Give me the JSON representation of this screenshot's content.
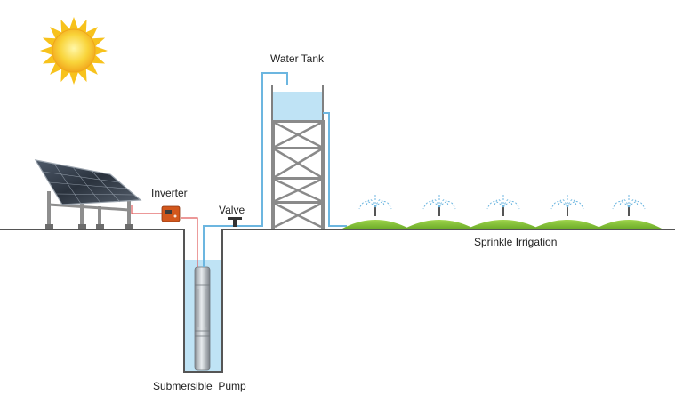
{
  "labels": {
    "water_tank": "Water Tank",
    "inverter": "Inverter",
    "valve": "Valve",
    "sprinkle_irrigation": "Sprinkle Irrigation",
    "submersible_pump": "Submersible  Pump"
  },
  "icons": {
    "sun": "sun-icon",
    "solar_panel": "solar-panel-icon",
    "inverter": "inverter-box-icon",
    "valve": "valve-icon",
    "water_tank": "water-tank-tower-icon",
    "pump": "submersible-pump-icon",
    "sprinkler": "sprinkler-icon"
  },
  "colors": {
    "ground_line": "#555555",
    "water": "#bfe3f5",
    "pipe": "#6cb6e0",
    "cable": "#e05a5a",
    "grass": "#8cc63f",
    "sun": "#f7c21c",
    "tank_frame": "#8a8a8a",
    "inverter": "#d2571c"
  },
  "sprinkler_count": 5
}
